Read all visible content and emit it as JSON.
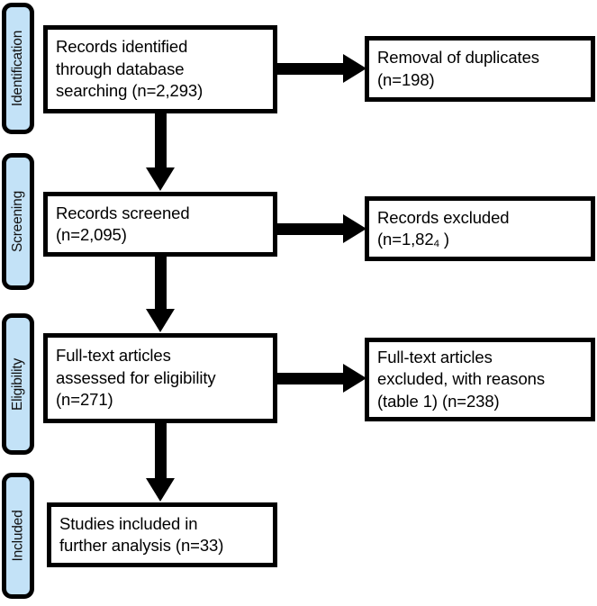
{
  "diagram": {
    "title": "PRISMA study selection flow diagram",
    "type": "flowchart",
    "accent_color": "#c3e2f7",
    "line_color": "#000000",
    "phases": [
      {
        "label": "Identification"
      },
      {
        "label": "Screening"
      },
      {
        "label": "Eligibility"
      },
      {
        "label": "Included"
      }
    ],
    "main_nodes": [
      {
        "name": "records-identified",
        "lines": [
          "Records identified",
          "through database",
          "searching (n=2,293)"
        ],
        "count": 2293
      },
      {
        "name": "records-screened",
        "lines": [
          "Records screened",
          "(n=2,095)"
        ],
        "count": 2095
      },
      {
        "name": "full-text-assessed",
        "lines": [
          "Full-text articles",
          "assessed for eligibility",
          "(n=271)"
        ],
        "count": 271
      },
      {
        "name": "studies-included",
        "lines": [
          "Studies included in",
          "further analysis (n=33)"
        ],
        "count": 33
      }
    ],
    "side_nodes": [
      {
        "name": "removal-of-duplicates",
        "lines": [
          "Removal of duplicates",
          "(n=198)"
        ],
        "count": 198
      },
      {
        "name": "records-excluded",
        "line1": "Records excluded",
        "line2_prefix": "(n=1,82",
        "line2_sub": "4",
        "line2_suffix": " )",
        "count": 1824
      },
      {
        "name": "full-text-excluded",
        "lines": [
          "Full-text articles",
          "excluded, with reasons",
          "(table 1) (n=238)"
        ],
        "count": 238
      }
    ]
  }
}
